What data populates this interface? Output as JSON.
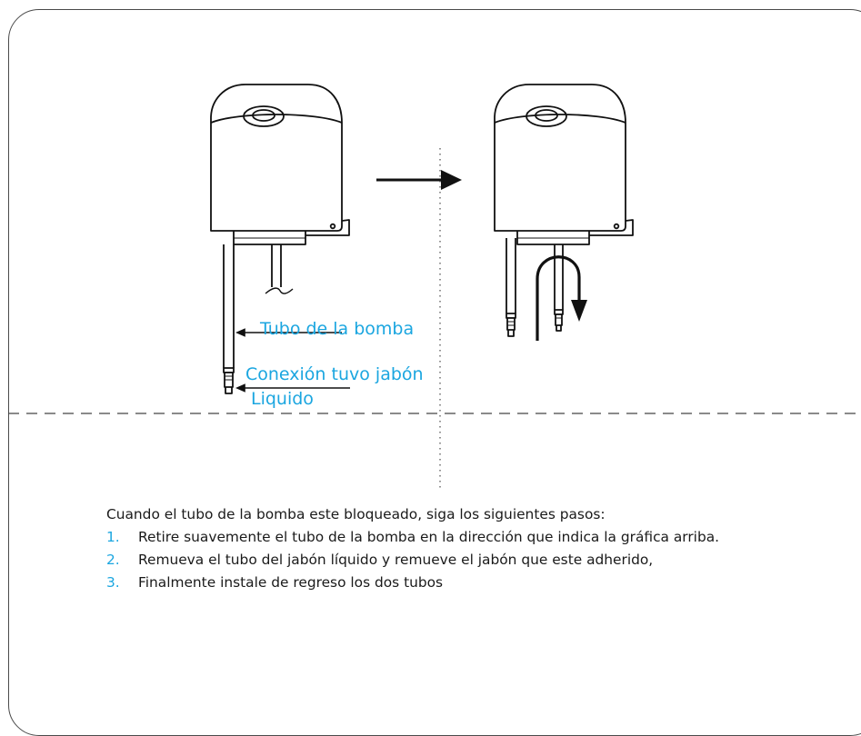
{
  "figure": {
    "icons": [
      "soap-dispenser-icon",
      "arrow-right-icon",
      "curved-arrow-down-icon"
    ],
    "labels": {
      "pump_tube": "Tubo de la bomba",
      "connection_line1": "Conexión tuvo jabón",
      "connection_line2": "Liquido"
    },
    "label_color": "#1ba6e0"
  },
  "instructions": {
    "intro": "Cuando el tubo de la bomba este bloqueado, siga los siguientes pasos:",
    "steps": [
      {
        "number": "1.",
        "text": "Retire suavemente el tubo de la bomba en la dirección que indica la gráfica arriba."
      },
      {
        "number": "2.",
        "text": "Remueva el tubo del jabón líquido y remueve el jabón que este adherido,"
      },
      {
        "number": "3.",
        "text": "Finalmente instale de regreso los dos tubos"
      }
    ]
  }
}
